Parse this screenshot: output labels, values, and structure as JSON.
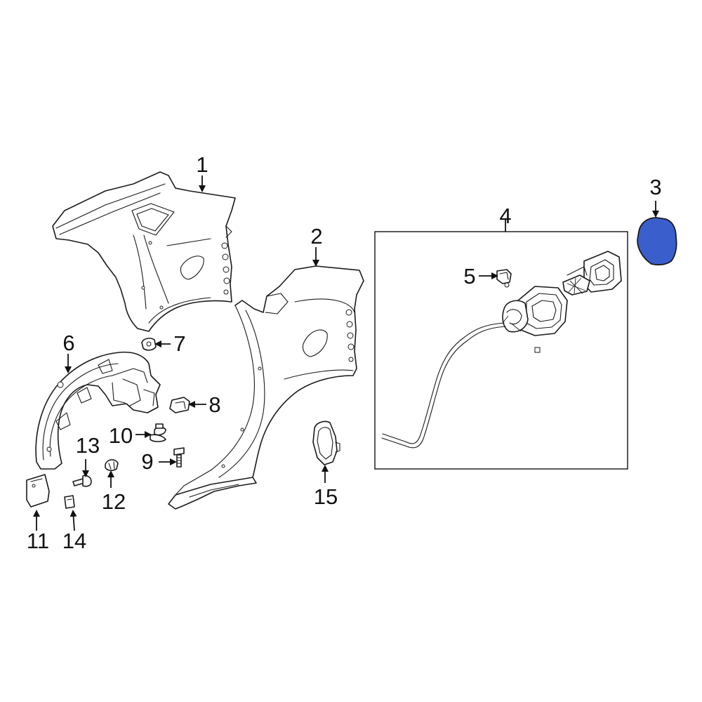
{
  "callouts": {
    "c1": "1",
    "c2": "2",
    "c3": "3",
    "c4": "4",
    "c5": "5",
    "c6": "6",
    "c7": "7",
    "c8": "8",
    "c9": "9",
    "c10": "10",
    "c11": "11",
    "c12": "12",
    "c13": "13",
    "c14": "14",
    "c15": "15"
  },
  "colors": {
    "highlighted_part": "#3a5fcd",
    "line": "#1a1a1a",
    "background": "#ffffff"
  },
  "highlighted_part_callout": "3"
}
